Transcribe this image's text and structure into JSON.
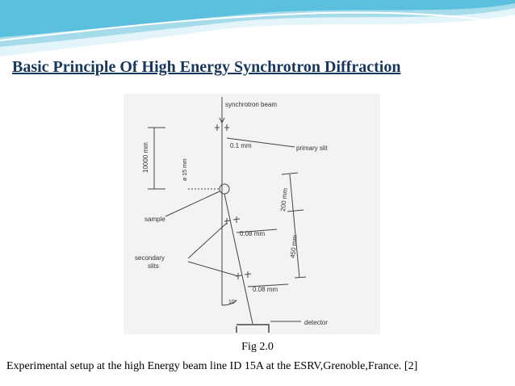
{
  "slide": {
    "title": "Basic Principle Of High Energy Synchrotron Diffraction",
    "caption": "Fig 2.0",
    "footnote": "Experimental setup at the high Energy beam line ID 15A at the ESRV,Grenoble,France. [2]",
    "accent_colors": [
      "#17375e",
      "#5bc0de",
      "#a6dcea"
    ]
  },
  "figure": {
    "labels": {
      "synchrotron_beam": "synchrotron beam",
      "primary_slit_gap": "0.1 mm",
      "primary_slit": "primary slit",
      "distance_10000": "10000 mm",
      "diameter_15": "ø 15 mm",
      "distance_200": "200 mm",
      "sample": "sample",
      "slit_gap_1": "0.08 mm",
      "secondary_slits_line1": "secondary",
      "secondary_slits_line2": "slits",
      "distance_450": "450 mm",
      "slit_gap_2": "0.08 mm",
      "angle": "10°",
      "detector": "detector"
    }
  }
}
